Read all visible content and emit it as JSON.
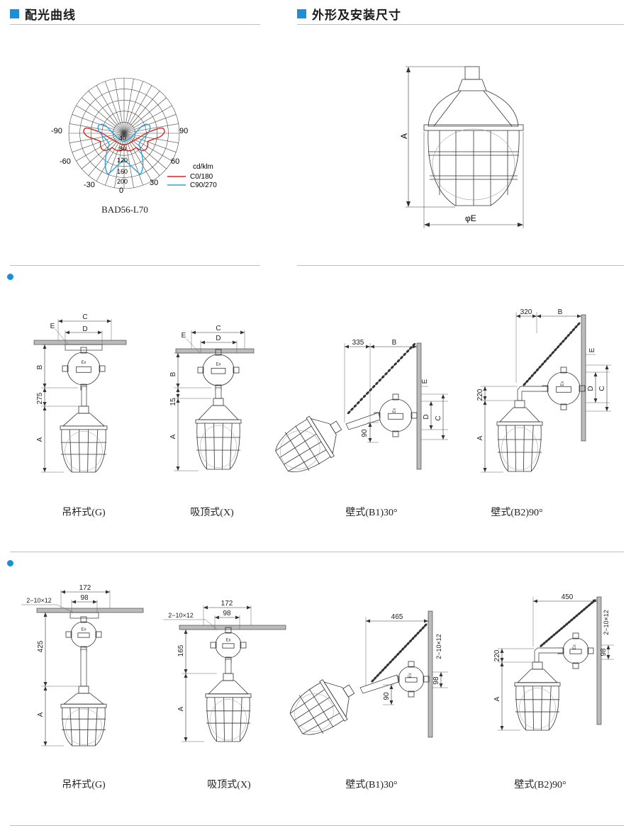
{
  "headers": {
    "polar_title": "配光曲线",
    "dims_title": "外形及安装尺寸"
  },
  "polar": {
    "model": "BAD56-L70",
    "angle_labels": [
      "-90",
      "90",
      "-60",
      "60",
      "-30",
      "30",
      "0"
    ],
    "radial_labels": [
      "40",
      "80",
      "120",
      "160",
      "200"
    ],
    "unit": "cd/klm",
    "legend": [
      {
        "name": "C0/180",
        "color": "#d9261c"
      },
      {
        "name": "C90/270",
        "color": "#2aa3dc"
      }
    ]
  },
  "overall": {
    "height_label": "A",
    "diameter_label": "φE"
  },
  "row1": {
    "items": [
      {
        "caption": "吊杆式(G)",
        "labels": {
          "C": "C",
          "D": "D",
          "E": "E",
          "B": "B",
          "drop": "275",
          "A": "A"
        }
      },
      {
        "caption": "吸顶式(X)",
        "labels": {
          "C": "C",
          "D": "D",
          "E": "E",
          "B": "B",
          "drop": "15",
          "A": "A"
        }
      },
      {
        "caption": "壁式(B1)30°",
        "labels": {
          "arm": "335",
          "B": "B",
          "E": "E",
          "D": "D",
          "C": "C",
          "drop": "90"
        }
      },
      {
        "caption": "壁式(B2)90°",
        "labels": {
          "arm": "320",
          "B": "B",
          "E": "E",
          "D": "D",
          "C": "C",
          "drop": "220",
          "A": "A"
        }
      }
    ]
  },
  "row2": {
    "items": [
      {
        "caption": "吊杆式(G)",
        "labels": {
          "outer": "172",
          "inner": "98",
          "holes": "2−10×12",
          "drop": "425",
          "A": "A"
        }
      },
      {
        "caption": "吸顶式(X)",
        "labels": {
          "outer": "172",
          "inner": "98",
          "holes": "2−10×12",
          "drop": "165",
          "A": "A"
        }
      },
      {
        "caption": "壁式(B1)30°",
        "labels": {
          "arm": "465",
          "holes": "2−10×12",
          "inner": "98",
          "drop": "90"
        }
      },
      {
        "caption": "壁式(B2)90°",
        "labels": {
          "arm": "450",
          "holes": "2−10×12",
          "inner": "98",
          "drop": "220",
          "A": "A"
        }
      }
    ]
  }
}
